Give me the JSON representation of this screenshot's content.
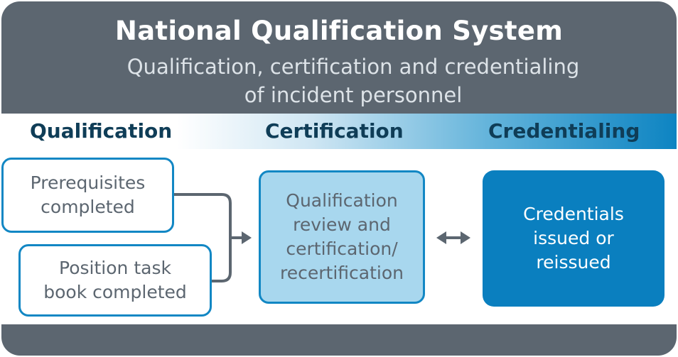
{
  "header": {
    "title": "National Qualification System",
    "subtitle_line1": "Qualification, certification and credentialing",
    "subtitle_line2": "of incident personnel"
  },
  "stages": {
    "qualification": "Qualification",
    "certification": "Certification",
    "credentialing": "Credentialing"
  },
  "boxes": {
    "prerequisites": {
      "line1": "Prerequisites",
      "line2": "completed"
    },
    "task_book": {
      "line1": "Position task",
      "line2": "book completed"
    },
    "review": {
      "line1": "Qualification",
      "line2": "review and",
      "line3": "certification/",
      "line4": "recertification"
    },
    "credentials": {
      "line1": "Credentials",
      "line2": "issued or",
      "line3": "reissued"
    }
  },
  "colors": {
    "frame": "#5c6670",
    "accent_blue": "#0a7fbf",
    "light_blue": "#a8d7ee",
    "stage_text": "#0f3d57"
  },
  "icons": {
    "merge_arrow": "right-arrow",
    "exchange_arrow": "double-headed-arrow"
  }
}
